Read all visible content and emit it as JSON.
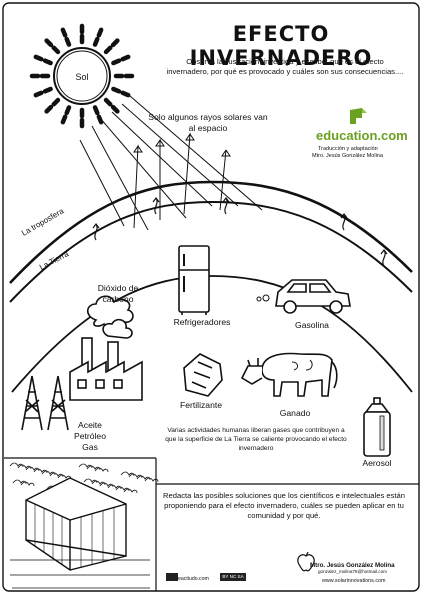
{
  "title": "EFECTO INVERNADERO",
  "intro": "Observa la ilustración, investiga y escribe: qué es el efecto invernadero, por qué es provocado y cuáles son sus consecuencias....",
  "labels": {
    "sol": "Sol",
    "rayos": "Solo algunos rayos solares van al espacio",
    "troposfera": "La troposfera",
    "tierra": "La Tierra",
    "dioxido": "Dióxido de carbono",
    "refrigeradores": "Refrigeradores",
    "gasolina": "Gasolina",
    "fertilizante": "Fertilizante",
    "ganado": "Ganado",
    "aceite": "Aceite Petróleo Gas",
    "aerosol": "Aerosol"
  },
  "logo": {
    "brand": "education.com",
    "credit_line1": "Traducción y adaptación",
    "credit_line2": "Mtro. Jesús González Molina",
    "color": "#6aa121"
  },
  "varias": "Varias actividades humanas liberan gases que contribuyen a que la superficie de La Tierra se caliente provocando el efecto invernadero",
  "redacta": "Redacta las posibles soluciones que los científicos e intelectuales están proponiendo para el efecto invernadero, cuáles se pueden aplicar en tu comunidad y por qué.",
  "footer": {
    "author": "Mtro. Jesús González Molina",
    "email": "gonzalez_molina78@hotmail.com",
    "site": "www.solarinnovations.com",
    "eactiudo": "eactiudo.com",
    "cc": "BY NC SA"
  }
}
